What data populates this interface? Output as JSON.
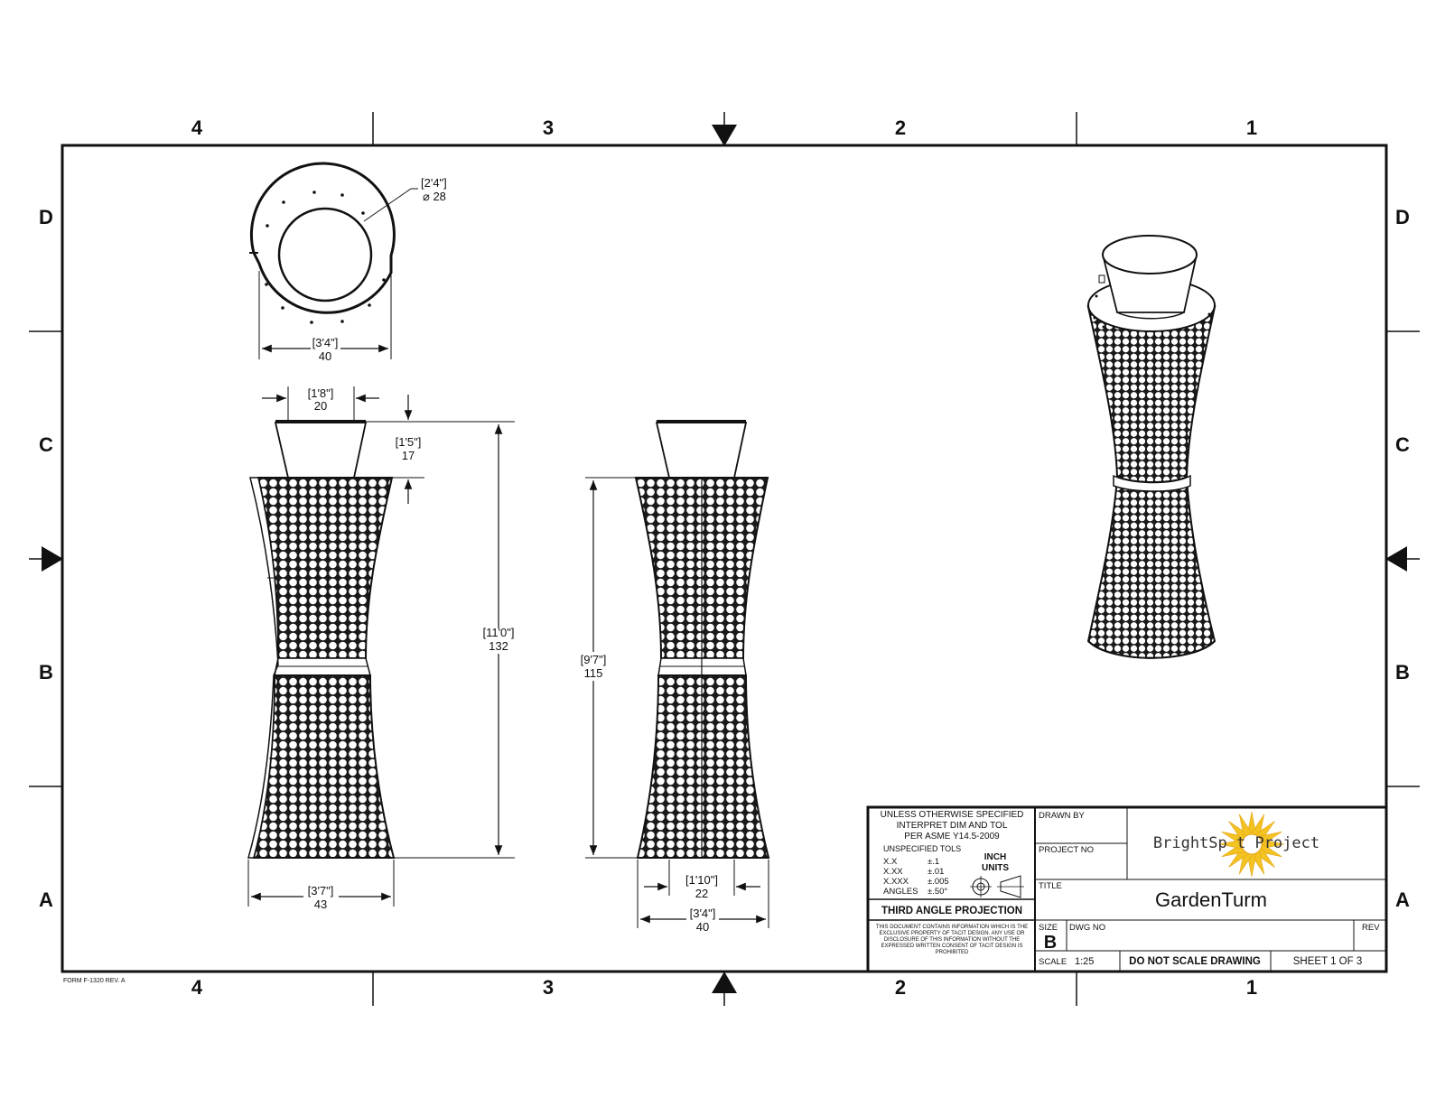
{
  "zones": {
    "columns": [
      "4",
      "3",
      "2",
      "1"
    ],
    "rows": [
      "D",
      "C",
      "B",
      "A"
    ]
  },
  "form_note": "FORM F-1320 REV. A",
  "dimensions": {
    "top_diameter_imperial": "[2'4\"]",
    "top_diameter_metric": "⌀ 28",
    "top_width_imperial": "[3'4\"]",
    "top_width_metric": "40",
    "front_top_width_imperial": "[1'8\"]",
    "front_top_width_metric": "20",
    "cap_height_imperial": "[1'5\"]",
    "cap_height_metric": "17",
    "total_height_imperial": "[11'0\"]",
    "total_height_metric": "132",
    "front_base_width_imperial": "[3'7\"]",
    "front_base_width_metric": "43",
    "side_height_imperial": "[9'7\"]",
    "side_height_metric": "115",
    "side_inner_base_imperial": "[1'10\"]",
    "side_inner_base_metric": "22",
    "side_base_width_imperial": "[3'4\"]",
    "side_base_width_metric": "40"
  },
  "title_block": {
    "unless_lines": [
      "UNLESS OTHERWISE SPECIFIED",
      "INTERPRET DIM AND TOL",
      "PER ASME Y14.5-2009"
    ],
    "unspecified_tols": "UNSPECIFIED TOLS",
    "tolerances": [
      {
        "label": "X.X",
        "value": "±.1"
      },
      {
        "label": "X.XX",
        "value": "±.01"
      },
      {
        "label": "X.XXX",
        "value": "±.005"
      },
      {
        "label": "ANGLES",
        "value": "±.50°"
      }
    ],
    "units_line1": "INCH",
    "units_line2": "UNITS",
    "projection": "THIRD ANGLE PROJECTION",
    "notice_lines": [
      "THIS DOCUMENT CONTAINS INFORMATION WHICH IS THE",
      "EXCLUSIVE PROPERTY OF TACIT DESIGN. ANY USE OR",
      "DISCLOSURE OF THIS INFORMATION WITHOUT THE",
      "EXPRESSED WRITTEN CONSENT OF TACIT DESIGN IS",
      "PROHIBITED"
    ],
    "drawn_by_label": "DRAWN BY",
    "project_no_label": "PROJECT NO",
    "title_label": "TITLE",
    "title_value": "GardenTurm",
    "logo_text": "BrightSp  t  Project",
    "size_label": "SIZE",
    "size_value": "B",
    "dwg_no_label": "DWG NO",
    "rev_label": "REV",
    "scale_label": "SCALE",
    "scale_value": "1:25",
    "do_not_scale": "DO NOT SCALE DRAWING",
    "sheet": "SHEET 1 OF 3"
  },
  "colors": {
    "line": "#111111",
    "logo_gold": "#f2c321",
    "logo_orange": "#e8a317"
  }
}
